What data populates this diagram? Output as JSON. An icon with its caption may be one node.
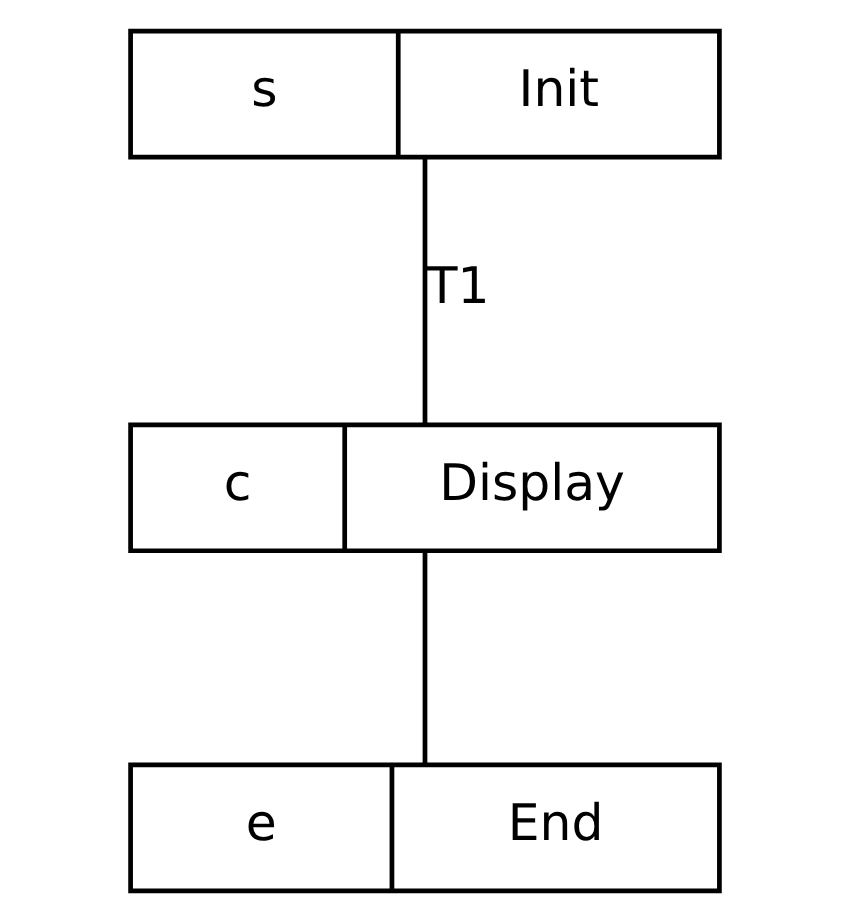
{
  "diagram": {
    "nodes": [
      {
        "text": [
          "s",
          "Init"
        ]
      },
      {
        "text": [
          "c",
          "Display"
        ]
      },
      {
        "text": [
          "e",
          "End"
        ]
      }
    ],
    "edges": [
      {
        "from": 0,
        "to": 1,
        "arrow": "none",
        "label": "T1"
      },
      {
        "from": 1,
        "to": 2,
        "arrow": "none"
      }
    ]
  }
}
